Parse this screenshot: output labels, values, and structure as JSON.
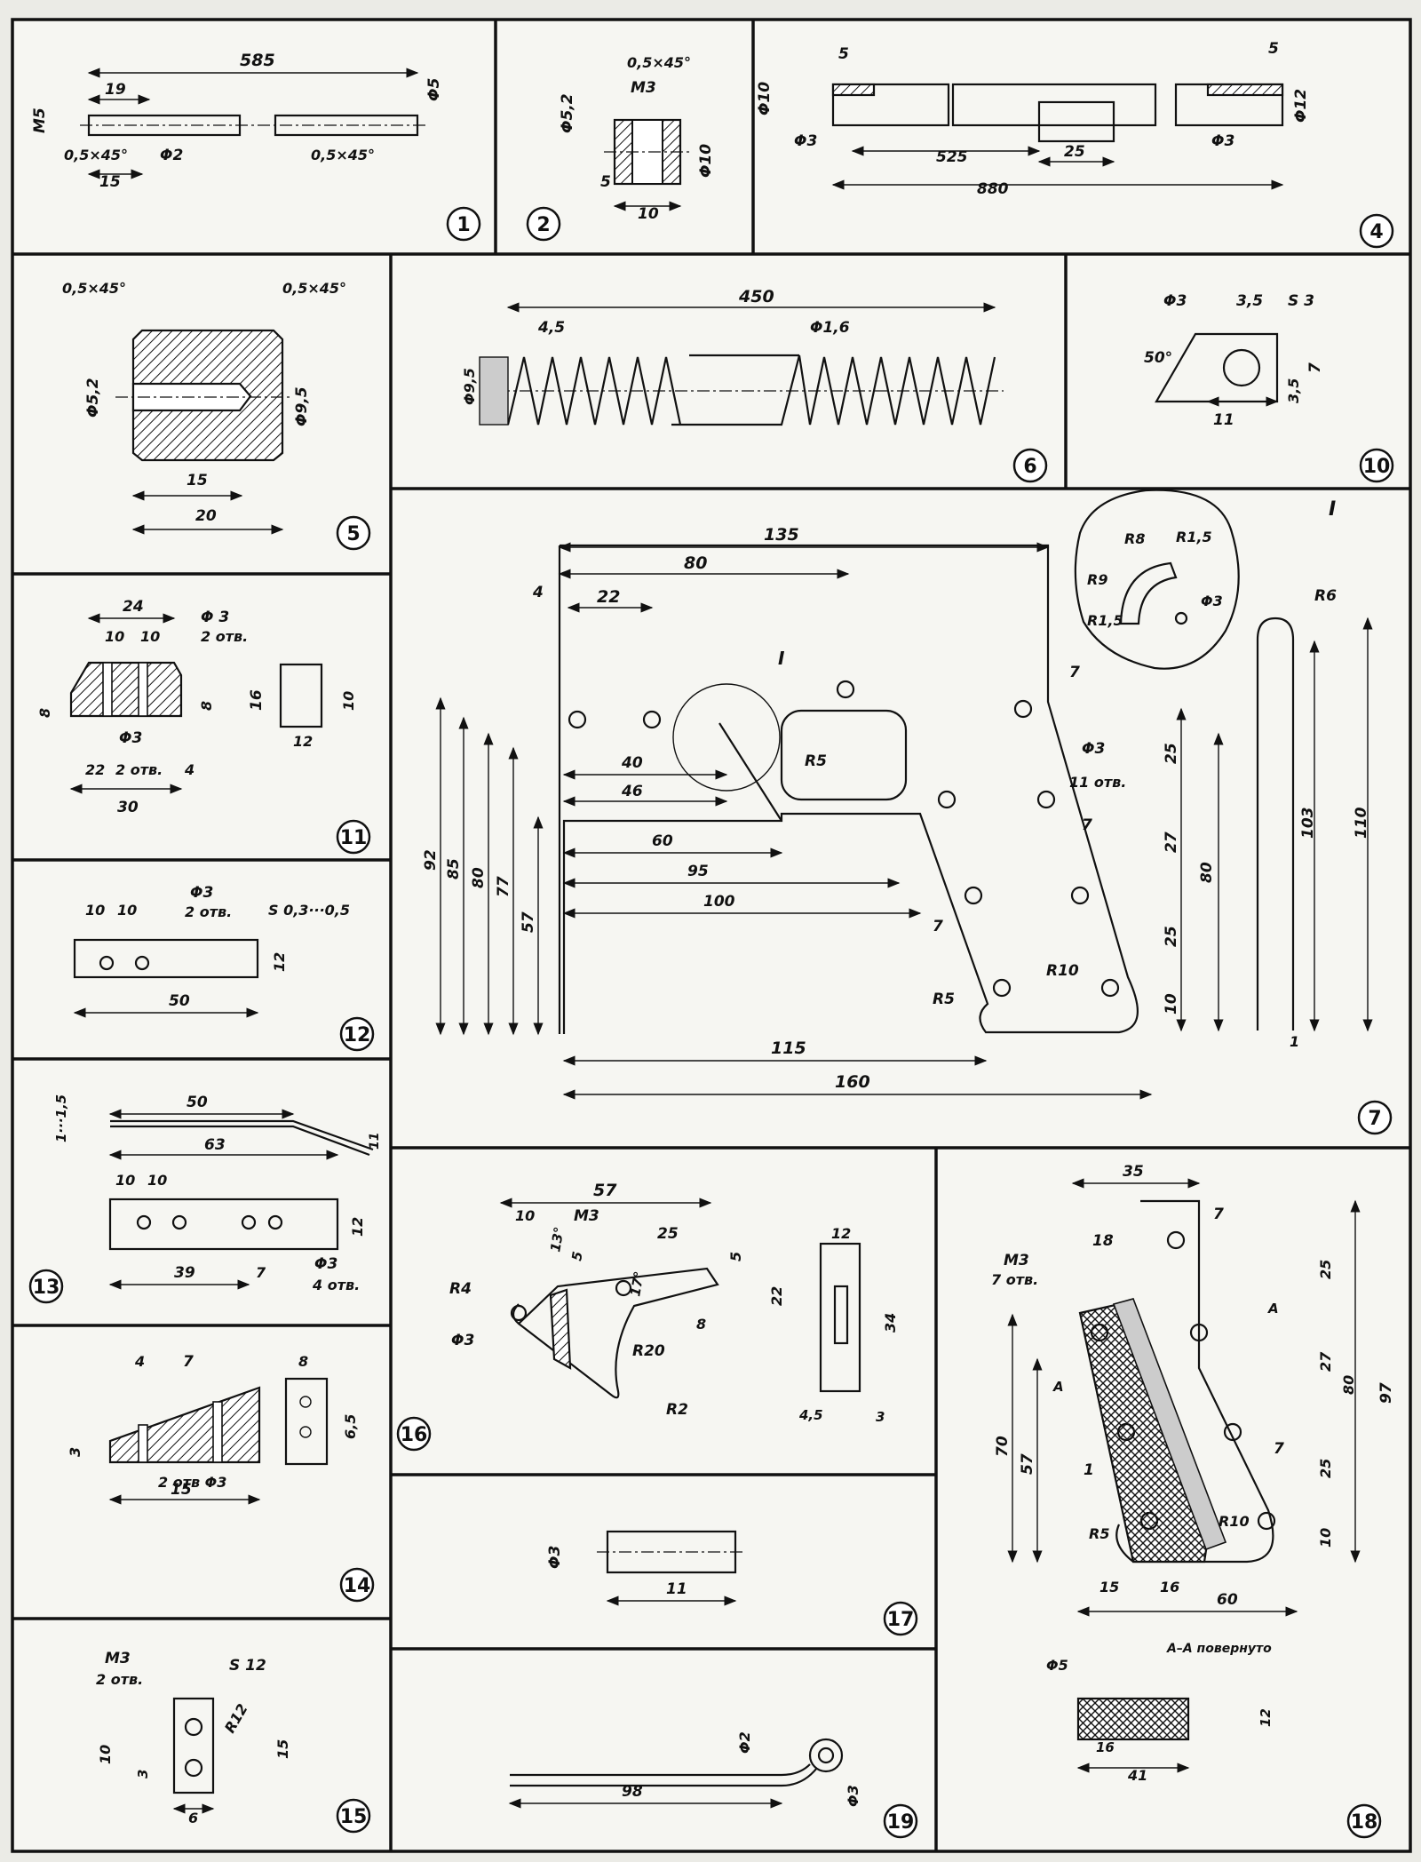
{
  "panels": [
    {
      "id": "p1",
      "number": "1",
      "labels": [
        "585",
        "19",
        "М5",
        "0,5×45°",
        "Φ2",
        "15",
        "0,5×45°",
        "Φ5"
      ]
    },
    {
      "id": "p2",
      "number": "2",
      "labels": [
        "0,5×45°",
        "М3",
        "Φ5,2",
        "Φ10",
        "5",
        "10"
      ]
    },
    {
      "id": "p4",
      "number": "4",
      "labels": [
        "5",
        "5",
        "Φ10",
        "Φ3",
        "525",
        "25",
        "880",
        "Φ12",
        "Φ3"
      ]
    },
    {
      "id": "p5",
      "number": "5",
      "labels": [
        "0,5×45°",
        "0,5×45°",
        "Φ5,2",
        "Φ9,5",
        "15",
        "20"
      ]
    },
    {
      "id": "p6",
      "number": "6",
      "labels": [
        "450",
        "4,5",
        "Φ1,6",
        "Φ9,5"
      ]
    },
    {
      "id": "p10",
      "number": "10",
      "labels": [
        "Φ3",
        "3,5",
        "S 3",
        "50°",
        "7",
        "3,5",
        "11"
      ]
    },
    {
      "id": "p7",
      "number": "7",
      "labels": [
        "135",
        "80",
        "4",
        "22",
        "I",
        "7",
        "92",
        "85",
        "80",
        "77",
        "57",
        "40",
        "46",
        "R5",
        "60",
        "95",
        "100",
        "Φ3",
        "11 отв.",
        "25",
        "27",
        "25",
        "10",
        "80",
        "7",
        "7",
        "R5",
        "R10",
        "115",
        "160",
        "R8",
        "R1,5",
        "R9",
        "R1,5",
        "Φ3",
        "R6",
        "103",
        "110",
        "1",
        "I"
      ]
    },
    {
      "id": "p11",
      "number": "11",
      "labels": [
        "24",
        "10",
        "10",
        "Φ 3",
        "2 отв.",
        "8",
        "8",
        "16",
        "10",
        "Φ3",
        "22",
        "2 отв.",
        "4",
        "30",
        "12"
      ]
    },
    {
      "id": "p12",
      "number": "12",
      "labels": [
        "10",
        "10",
        "Φ3",
        "2 отв.",
        "S 0,3···0,5",
        "12",
        "50"
      ]
    },
    {
      "id": "p13",
      "number": "13",
      "labels": [
        "1···1,5",
        "50",
        "63",
        "10",
        "10",
        "12",
        "39",
        "7",
        "Φ3",
        "4 отв.",
        "11"
      ]
    },
    {
      "id": "p16",
      "number": "16",
      "labels": [
        "57",
        "10",
        "М3",
        "13°",
        "25",
        "5",
        "5",
        "17°",
        "R4",
        "Φ3",
        "8",
        "22",
        "R20",
        "R2",
        "12",
        "34",
        "4,5",
        "3"
      ]
    },
    {
      "id": "p14",
      "number": "14",
      "labels": [
        "4",
        "7",
        "8",
        "3",
        "6,5",
        "2 отв Φ3",
        "15"
      ]
    },
    {
      "id": "p17",
      "number": "17",
      "labels": [
        "Φ3",
        "11"
      ]
    },
    {
      "id": "p15",
      "number": "15",
      "labels": [
        "М3",
        "2 отв.",
        "S 12",
        "R12",
        "10",
        "3",
        "15",
        "6"
      ]
    },
    {
      "id": "p19",
      "number": "19",
      "labels": [
        "Φ2",
        "98",
        "Φ3"
      ]
    },
    {
      "id": "p18",
      "number": "18",
      "labels": [
        "35",
        "7",
        "18",
        "М3",
        "7 отв.",
        "А",
        "А",
        "25",
        "27",
        "25",
        "10",
        "80",
        "97",
        "70",
        "57",
        "7",
        "1",
        "R5",
        "R10",
        "15",
        "16",
        "60",
        "А–А повернуто",
        "Φ5",
        "12",
        "16",
        "41"
      ]
    }
  ]
}
